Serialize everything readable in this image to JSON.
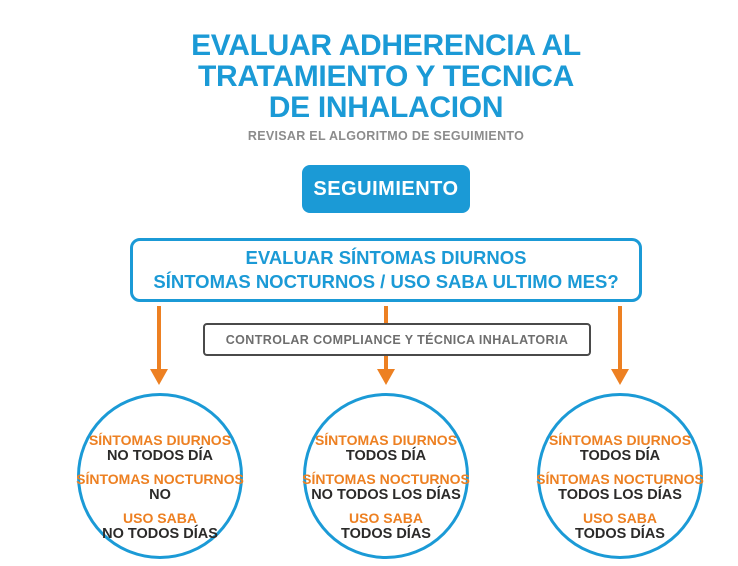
{
  "colors": {
    "blue": "#1b9ad6",
    "orange": "#ed8022",
    "dark": "#2b2a29",
    "gray_subtitle": "#8c8c8c",
    "graybox_border": "#4a4a4a",
    "graybox_text": "#6e6e6e",
    "page_bg": "#ffffff"
  },
  "header": {
    "title_lines": [
      "EVALUAR ADHERENCIA AL",
      "TRATAMIENTO Y TECNICA",
      "DE INHALACION"
    ],
    "subtitle": "REVISAR EL ALGORITMO DE SEGUIMIENTO"
  },
  "flow": {
    "stage_badge": "SEGUIMIENTO",
    "question_lines": [
      "EVALUAR SÍNTOMAS DIURNOS",
      "SÍNTOMAS NOCTURNOS / USO SABA ULTIMO MES?"
    ],
    "compliance_note": "CONTROLAR COMPLIANCE Y TÉCNICA INHALATORIA",
    "outcomes": [
      {
        "items": [
          {
            "label": "SÍNTOMAS DIURNOS",
            "value": "NO TODOS DÍA"
          },
          {
            "label": "SÍNTOMAS NOCTURNOS",
            "value": "NO"
          },
          {
            "label": "USO SABA",
            "value": "NO TODOS DÍAS"
          }
        ]
      },
      {
        "items": [
          {
            "label": "SÍNTOMAS DIURNOS",
            "value": "TODOS DÍA"
          },
          {
            "label": "SÍNTOMAS NOCTURNOS",
            "value": "NO TODOS LOS DÍAS"
          },
          {
            "label": "USO SABA",
            "value": "TODOS DÍAS"
          }
        ]
      },
      {
        "items": [
          {
            "label": "SÍNTOMAS DIURNOS",
            "value": "TODOS DÍA"
          },
          {
            "label": "SÍNTOMAS NOCTURNOS",
            "value": "TODOS LOS DÍAS"
          },
          {
            "label": "USO SABA",
            "value": "TODOS DÍAS"
          }
        ]
      }
    ]
  }
}
